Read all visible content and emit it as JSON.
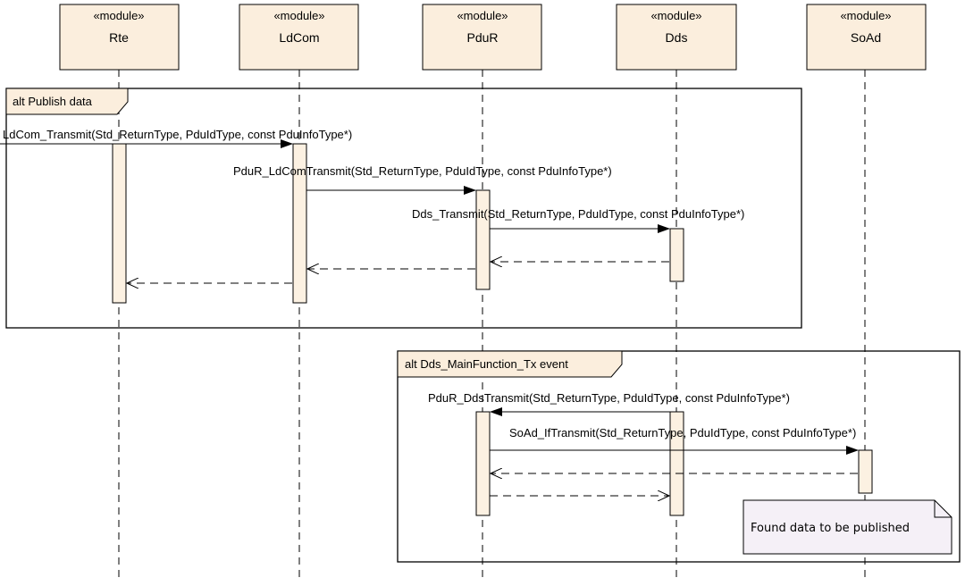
{
  "participants": [
    {
      "id": "rte",
      "stereotype": "«module»",
      "name": "Rte"
    },
    {
      "id": "ldcom",
      "stereotype": "«module»",
      "name": "LdCom"
    },
    {
      "id": "pdur",
      "stereotype": "«module»",
      "name": "PduR"
    },
    {
      "id": "dds",
      "stereotype": "«module»",
      "name": "Dds"
    },
    {
      "id": "soad",
      "stereotype": "«module»",
      "name": "SoAd"
    }
  ],
  "fragments": [
    {
      "label": "alt Publish data"
    },
    {
      "label": "alt Dds_MainFunction_Tx event"
    }
  ],
  "messages": [
    {
      "label": "LdCom_Transmit(Std_ReturnType, PduIdType, const PduInfoType*)"
    },
    {
      "label": "PduR_LdComTransmit(Std_ReturnType, PduIdType, const PduInfoType*)"
    },
    {
      "label": "Dds_Transmit(Std_ReturnType, PduIdType, const PduInfoType*)"
    },
    {
      "label": "PduR_DdsTransmit(Std_ReturnType, PduIdType, const PduInfoType*)"
    },
    {
      "label": "SoAd_IfTransmit(Std_ReturnType, PduIdType, const PduInfoType*)"
    }
  ],
  "note": {
    "text": "Found data to be published"
  },
  "colors": {
    "participant_fill": "#fbeedd",
    "activation_fill": "#fcf1e2",
    "fragment_label_fill": "#fbeedd",
    "note_fill": "#f5f0f7",
    "line": "#000000"
  }
}
